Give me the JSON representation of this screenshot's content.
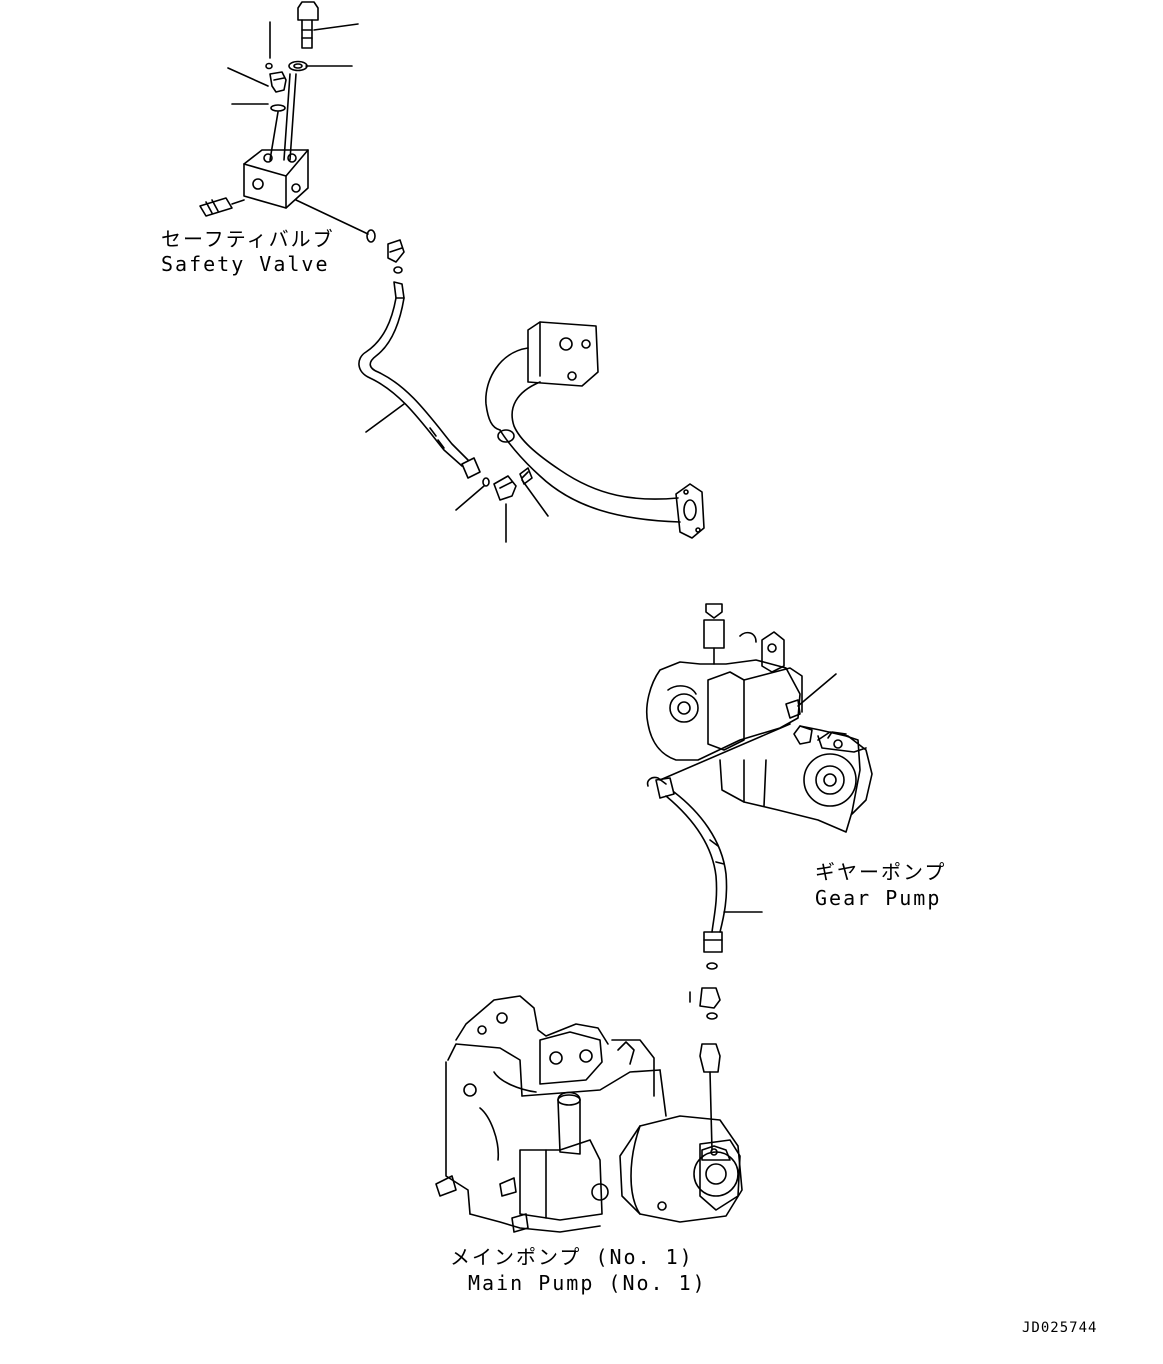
{
  "labels": {
    "safety_valve_jp": "セーフティバルブ",
    "safety_valve_en": "Safety Valve",
    "gear_pump_jp": "ギヤーポンプ",
    "gear_pump_en": "Gear Pump",
    "main_pump_jp": "メインポンプ (No. 1)",
    "main_pump_en": "Main Pump (No. 1)",
    "drawing_code": "JD025744"
  }
}
